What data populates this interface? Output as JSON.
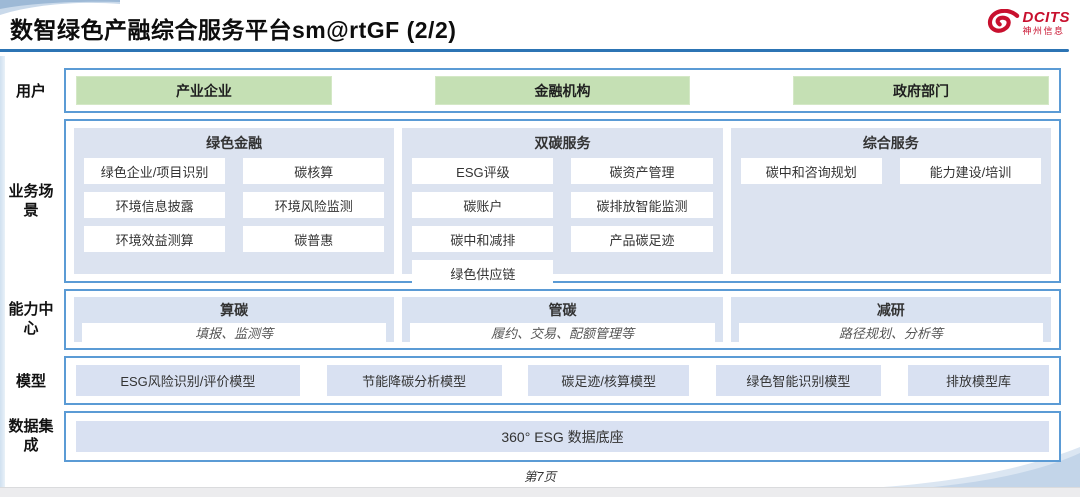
{
  "slide": {
    "title": "数智绿色产融综合服务平台sm@rtGF (2/2)",
    "page_footer": "第7页"
  },
  "logo": {
    "name": "DCITS",
    "subtitle": "神州信息"
  },
  "rows": {
    "users": {
      "label": "用户",
      "items": [
        "产业企业",
        "金融机构",
        "政府部门"
      ]
    },
    "scenarios": {
      "label": "业务场景",
      "groups": [
        {
          "title": "绿色金融",
          "items": [
            "绿色企业/项目识别",
            "碳核算",
            "环境信息披露",
            "环境风险监测",
            "环境效益测算",
            "碳普惠"
          ]
        },
        {
          "title": "双碳服务",
          "items": [
            "ESG评级",
            "碳资产管理",
            "碳账户",
            "碳排放智能监测",
            "碳中和减排",
            "产品碳足迹",
            "绿色供应链"
          ]
        },
        {
          "title": "综合服务",
          "items": [
            "碳中和咨询规划",
            "能力建设/培训"
          ]
        }
      ]
    },
    "capabilities": {
      "label": "能力中心",
      "groups": [
        {
          "title": "算碳",
          "desc": "填报、监测等"
        },
        {
          "title": "管碳",
          "desc": "履约、交易、配额管理等"
        },
        {
          "title": "减研",
          "desc": "路径规划、分析等"
        }
      ]
    },
    "models": {
      "label": "模型",
      "items": [
        "ESG风险识别/评价模型",
        "节能降碳分析模型",
        "碳足迹/核算模型",
        "绿色智能识别模型",
        "排放模型库"
      ]
    },
    "data_integration": {
      "label": "数据集成",
      "items": [
        "360° ESG 数据底座"
      ]
    }
  },
  "colors": {
    "row_border": "#5b9bd5",
    "title_rule": "#2c74b4",
    "user_box_green": "#c5e0b4",
    "panel_lavender": "#dce3f0",
    "box_periwinkle": "#d9e1f2",
    "brand_red": "#c8102e"
  }
}
